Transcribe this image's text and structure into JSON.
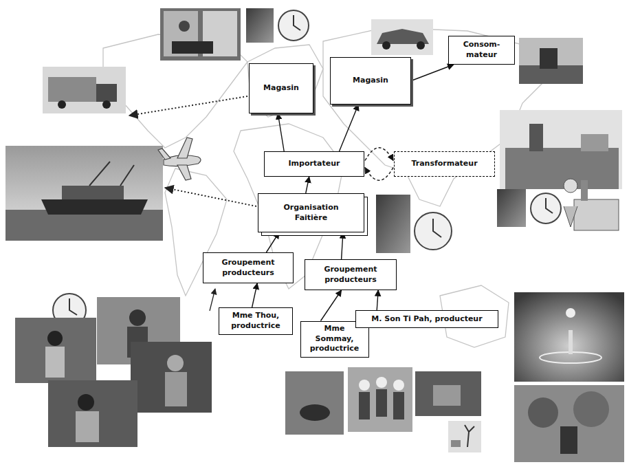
{
  "diagram": {
    "nodes": [
      {
        "text": [
          "Consom- mateur"
        ]
      },
      {
        "text": [
          "Magasin"
        ]
      },
      {
        "text": [
          "Magasin"
        ]
      },
      {
        "text": [
          "Importateur"
        ]
      },
      {
        "text": [
          "Transformateur"
        ]
      },
      {
        "text": [
          "Organisation Faitière"
        ]
      },
      {
        "text": [
          "Groupement producteurs"
        ]
      },
      {
        "text": [
          "Groupement producteurs"
        ]
      },
      {
        "text": [
          "Mme Thou, productrice"
        ]
      },
      {
        "text": [
          "Mme Sommay, productrice"
        ]
      },
      {
        "text": [
          "M. Son Ti Pah, producteur"
        ]
      }
    ],
    "edges": [
      {
        "from": 2,
        "to": 0,
        "arrow": "to"
      },
      {
        "from": 3,
        "to": 1,
        "arrow": "to"
      },
      {
        "from": 3,
        "to": 2,
        "arrow": "to"
      },
      {
        "from": 3,
        "to": 4,
        "arrow": "both"
      },
      {
        "from": 5,
        "to": 3,
        "arrow": "to"
      },
      {
        "from": 6,
        "to": 5,
        "arrow": "to"
      },
      {
        "from": 7,
        "to": 5,
        "arrow": "to"
      },
      {
        "from": 8,
        "to": 6,
        "arrow": "to"
      },
      {
        "from": 9,
        "to": 7,
        "arrow": "to"
      },
      {
        "from": 10,
        "to": 7,
        "arrow": "to"
      }
    ]
  }
}
